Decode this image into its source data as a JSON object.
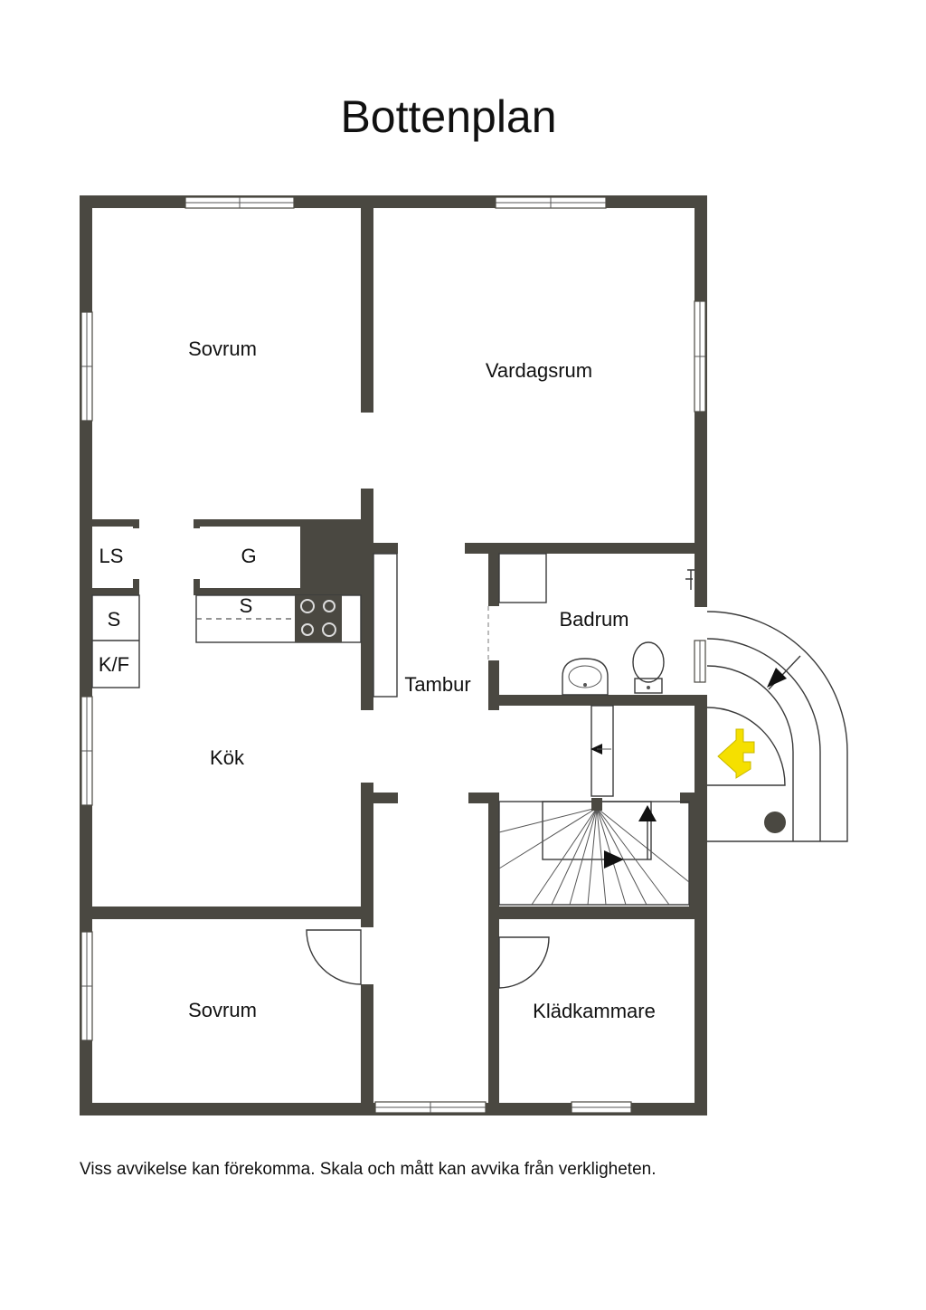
{
  "title": "Bottenplan",
  "disclaimer": "Viss avvikelse kan förekomma. Skala och mått kan avvika från verkligheten.",
  "rooms": {
    "sovrum_top": "Sovrum",
    "vardagsrum": "Vardagsrum",
    "ls": "LS",
    "g": "G",
    "s_closet": "S",
    "s_counter": "S",
    "kf": "K/F",
    "badrum": "Badrum",
    "tambur": "Tambur",
    "kok": "Kök",
    "sovrum_bottom": "Sovrum",
    "kladkammare": "Klädkammare"
  },
  "colors": {
    "wall": "#4a4841",
    "entrance_arrow": "#f5e000"
  }
}
